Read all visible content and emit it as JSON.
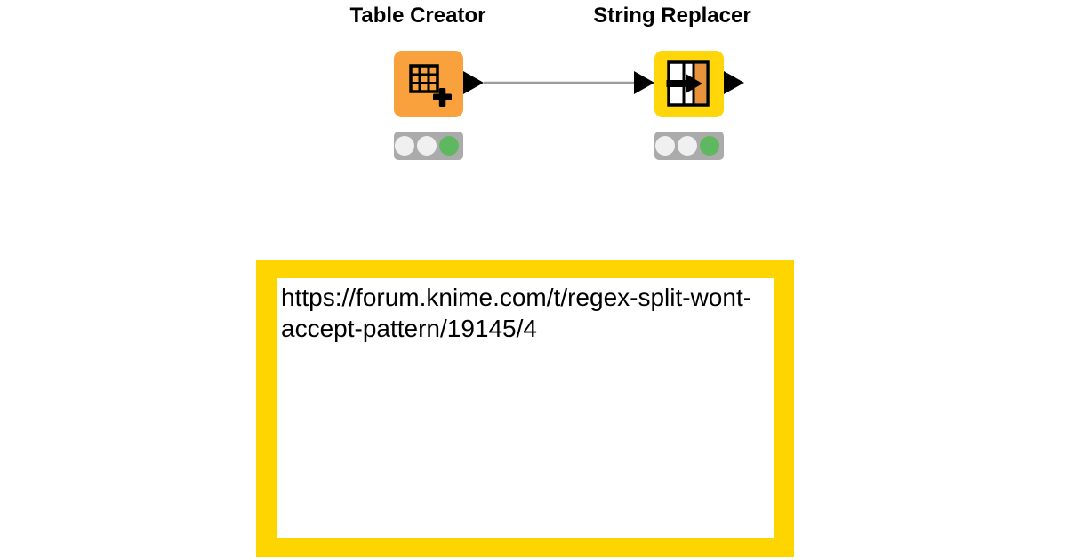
{
  "workflow": {
    "nodes": [
      {
        "label": "Table Creator",
        "type": "source",
        "color": "#F9A13C",
        "icon": "table-create-plus-icon",
        "status": "executed",
        "traffic_light": [
          "off",
          "off",
          "on"
        ]
      },
      {
        "label": "String Replacer",
        "type": "manipulator",
        "color": "#FFD60A",
        "icon": "column-replace-arrow-icon",
        "status": "executed",
        "traffic_light": [
          "off",
          "off",
          "on"
        ]
      }
    ],
    "connection": {
      "from": "Table Creator",
      "to": "String Replacer"
    }
  },
  "annotation": {
    "lines": [
      "https://forum.knime.com/t/regex-split-wont-",
      "accept-pattern/19145/4"
    ],
    "url": "https://forum.knime.com/t/regex-split-wont-accept-pattern/19145/4",
    "border_color": "#FFD500",
    "background": "#FFFFFF"
  },
  "colors": {
    "canvas_bg": "#FFFFFF",
    "node_orange": "#F9A13C",
    "node_yellow": "#FFD60A",
    "icon_orange_column": "#E8923C",
    "traffic_bar": "#ABABAB",
    "traffic_off": "#F0F0F0",
    "traffic_on": "#5FB85F",
    "port_black": "#000000",
    "connection_line": "#9B9B9B",
    "label_text": "#000000"
  }
}
